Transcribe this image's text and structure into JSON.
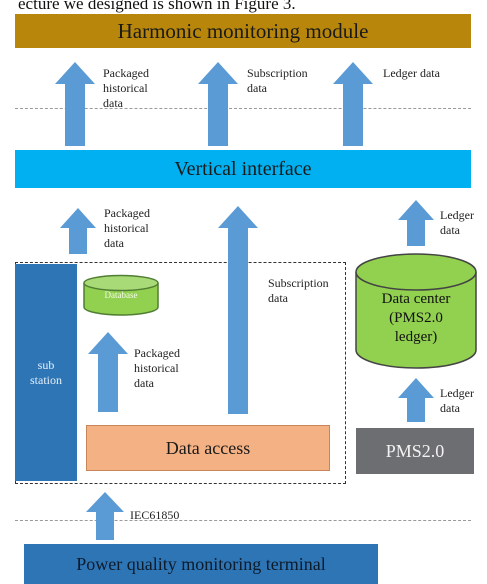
{
  "top_caption": "ecture we designed is shown in Figure 3.",
  "harmonic_module": "Harmonic monitoring module",
  "vertical_interface": "Vertical interface",
  "top_arrow_labels": [
    "Packaged\nhistorical\ndata",
    "Subscription\ndata",
    "Ledger data"
  ],
  "mid_arrow_labels": {
    "packaged": "Packaged\nhistorical\ndata",
    "subscription": "Subscription\ndata",
    "ledger_upper": "Ledger\ndata",
    "ledger_lower": "Ledger\ndata"
  },
  "substation": "sub\nstation",
  "database": "Database",
  "inner_arrow_label": "Packaged\nhistorical\ndata",
  "data_access": "Data access",
  "data_center": "Data center\n(PMS2.0\nledger)",
  "pms": "PMS2.0",
  "iec_label": "IEC61850",
  "terminal": "Power quality monitoring terminal",
  "colors": {
    "gold": "#b8860b",
    "cyan": "#00b0f0",
    "arrow_blue": "#5b9bd5",
    "green": "#92d050",
    "orange": "#f4b183",
    "dark_gray": "#6d6e71",
    "terminal_blue": "#2e75b6"
  }
}
